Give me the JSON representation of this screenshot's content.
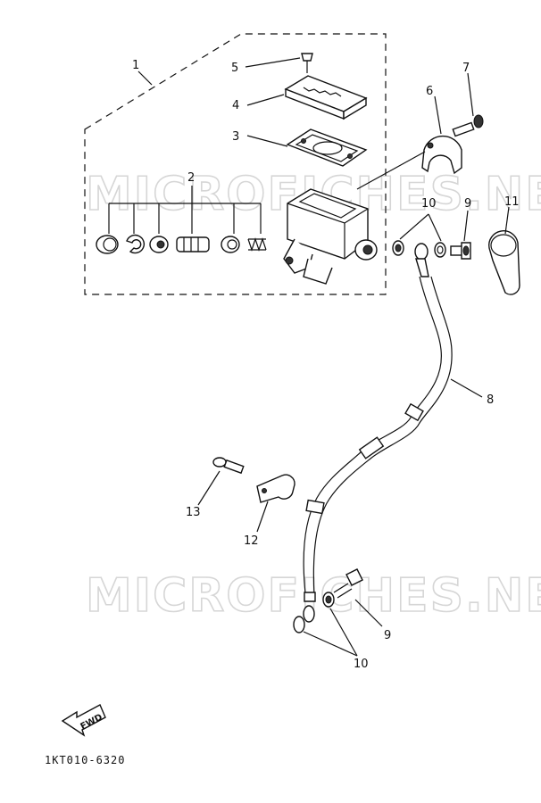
{
  "watermark": "MICROFICHES.NET",
  "diagram_code": "1KT010-6320",
  "fwd_label": "FWD",
  "callouts": {
    "c1": "1",
    "c2": "2",
    "c3": "3",
    "c4": "4",
    "c5": "5",
    "c6": "6",
    "c7": "7",
    "c8": "8",
    "c9a": "9",
    "c9b": "9",
    "c10a": "10",
    "c10b": "10",
    "c11": "11",
    "c12": "12",
    "c13": "13"
  }
}
